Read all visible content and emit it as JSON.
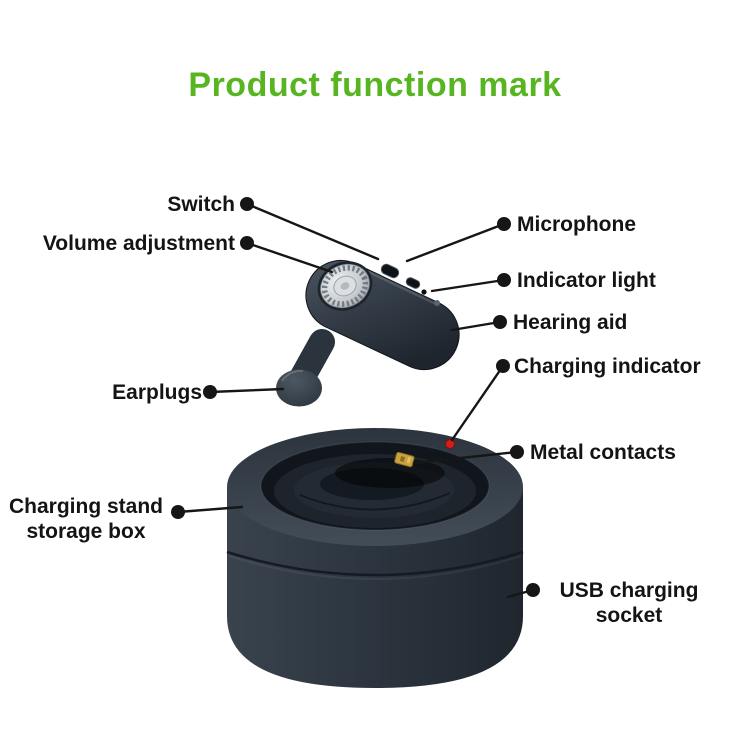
{
  "title": "Product function mark",
  "labels": {
    "switch": "Switch",
    "volume_adjustment": "Volume adjustment",
    "microphone": "Microphone",
    "indicator_light": "Indicator light",
    "hearing_aid": "Hearing aid",
    "charging_indicator": "Charging indicator",
    "earplugs": "Earplugs",
    "metal_contacts": "Metal contacts",
    "charging_stand_storage_box": "Charging stand\nstorage box",
    "usb_charging_socket": "USB charging\nsocket"
  },
  "colors": {
    "title_green": "#58b522",
    "label_text": "#141414",
    "callout_line": "#161616",
    "device_dark": "#2e3740",
    "led_red": "#d01e1e",
    "contact_gold": "#caa23f",
    "dial_silver": "#c6cbd0"
  }
}
